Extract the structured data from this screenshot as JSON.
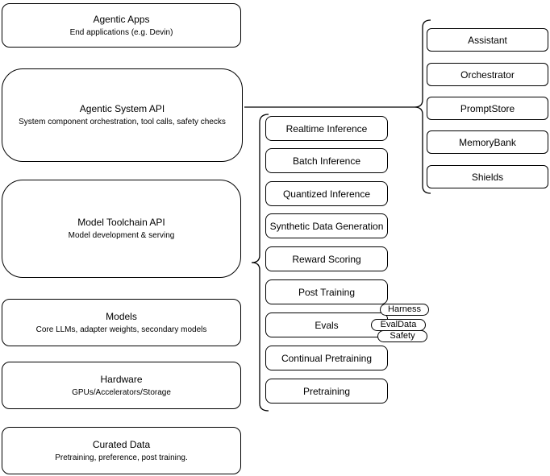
{
  "colors": {
    "stroke": "#000000",
    "background": "#ffffff"
  },
  "left_column": [
    {
      "title": "Agentic Apps",
      "subtitle": "End applications (e.g. Devin)"
    },
    {
      "title": "Agentic System API",
      "subtitle": "System component orchestration, tool calls, safety checks"
    },
    {
      "title": "Model Toolchain API",
      "subtitle": "Model development & serving"
    },
    {
      "title": "Models",
      "subtitle": "Core LLMs, adapter weights, secondary models"
    },
    {
      "title": "Hardware",
      "subtitle": "GPUs/Accelerators/Storage"
    },
    {
      "title": "Curated Data",
      "subtitle": "Pretraining, preference, post training."
    }
  ],
  "toolchain_items": [
    "Realtime Inference",
    "Batch Inference",
    "Quantized Inference",
    "Synthetic Data Generation",
    "Reward Scoring",
    "Post Training",
    "Evals",
    "Continual Pretraining",
    "Pretraining"
  ],
  "eval_tags": [
    "Harness",
    "EvalData",
    "Safety"
  ],
  "system_components": [
    "Assistant",
    "Orchestrator",
    "PromptStore",
    "MemoryBank",
    "Shields"
  ]
}
